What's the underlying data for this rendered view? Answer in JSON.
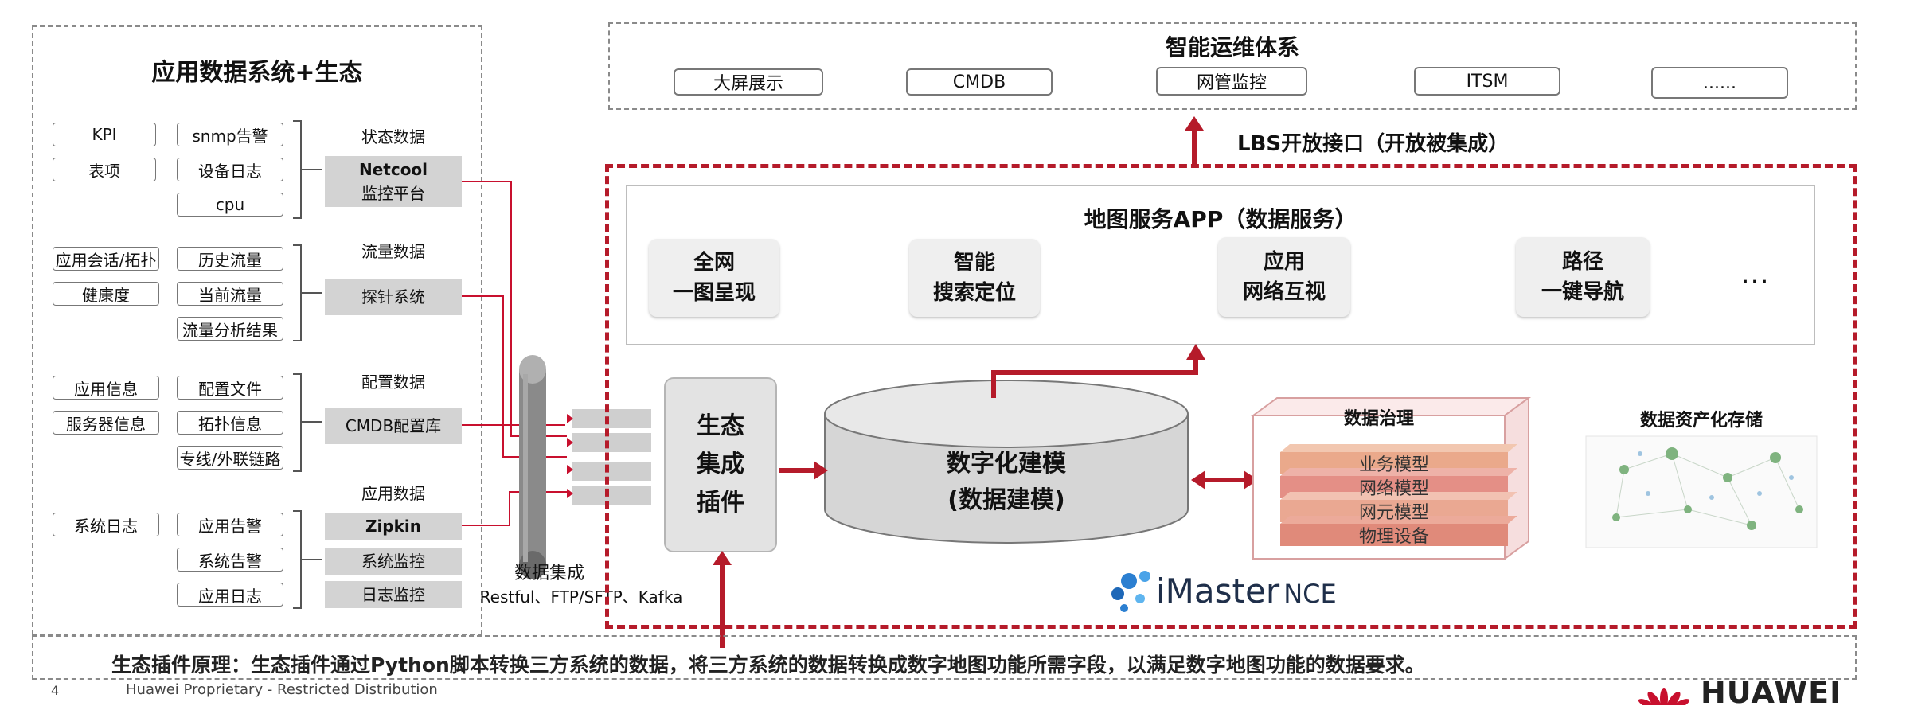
{
  "left_panel": {
    "title": "应用数据系统+生态",
    "groups": [
      {
        "label": "状态数据",
        "items": [
          "KPI",
          "snmp告警",
          "表项",
          "设备日志",
          "cpu"
        ],
        "system_line1": "Netcool",
        "system_line2": "监控平台"
      },
      {
        "label": "流量数据",
        "items": [
          "应用会话/拓扑",
          "历史流量",
          "健康度",
          "当前流量",
          "流量分析结果"
        ],
        "system": "探针系统"
      },
      {
        "label": "配置数据",
        "items": [
          "应用信息",
          "配置文件",
          "服务器信息",
          "拓扑信息",
          "专线/外联链路"
        ],
        "system": "CMDB配置库"
      },
      {
        "label": "应用数据",
        "items": [
          "系统日志",
          "应用告警",
          "系统告警",
          "应用日志"
        ],
        "systems": [
          "Zipkin",
          "系统监控",
          "日志监控"
        ]
      }
    ]
  },
  "integration": {
    "label": "数据集成",
    "protocols": "Restful、FTP/SFTP、Kafka"
  },
  "top_panel": {
    "title": "智能运维体系",
    "items": [
      "大屏展示",
      "CMDB",
      "网管监控",
      "ITSM",
      "......"
    ]
  },
  "interface_label": "LBS开放接口（开放被集成）",
  "map_service": {
    "title": "地图服务APP（数据服务）",
    "apps": [
      {
        "line1": "全网",
        "line2": "一图呈现"
      },
      {
        "line1": "智能",
        "line2": "搜索定位"
      },
      {
        "line1": "应用",
        "line2": "网络互视"
      },
      {
        "line1": "路径",
        "line2": "一键导航"
      }
    ],
    "more": "…"
  },
  "plugin": {
    "line1": "生态",
    "line2": "集成",
    "line3": "插件"
  },
  "modeling": {
    "line1": "数字化建模",
    "line2": "(数据建模)"
  },
  "governance": {
    "title": "数据治理",
    "layers": [
      "业务模型",
      "网络模型",
      "网元模型",
      "物理设备"
    ]
  },
  "asset_storage": {
    "title": "数据资产化存储"
  },
  "brand": {
    "prefix": "iMaster",
    "suffix": "NCE"
  },
  "bottom_note": "生态插件原理：生态插件通过Python脚本转换三方系统的数据，将三方系统的数据转换成数字地图功能所需字段，以满足数字地图功能的数据要求。",
  "footer": {
    "page": "4",
    "text": "Huawei Proprietary - Restricted Distribution",
    "logo_text": "HUAWEI"
  },
  "colors": {
    "accent": "#b51b2a",
    "gray_box": "#d3d3d3",
    "line": "#c8102e"
  }
}
